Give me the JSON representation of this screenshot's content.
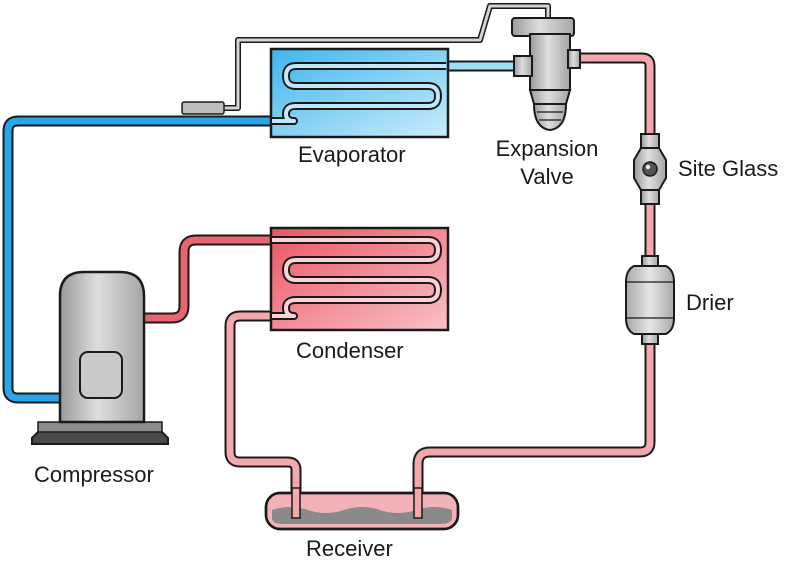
{
  "labels": {
    "evaporator": "Evaporator",
    "expansion_valve_line1": "Expansion",
    "expansion_valve_line2": "Valve",
    "site_glass": "Site Glass",
    "drier": "Drier",
    "condenser": "Condenser",
    "compressor": "Compressor",
    "receiver": "Receiver"
  },
  "colors": {
    "low_pressure_line": "#2aa6e8",
    "high_pressure_line": "#e8646e",
    "liquid_line": "#f2a8ad",
    "evaporator_fill": "#7fd0f2",
    "condenser_fill": "#f07a84",
    "component_gray": "#c8c8c8",
    "outline": "#1a1a1a"
  }
}
